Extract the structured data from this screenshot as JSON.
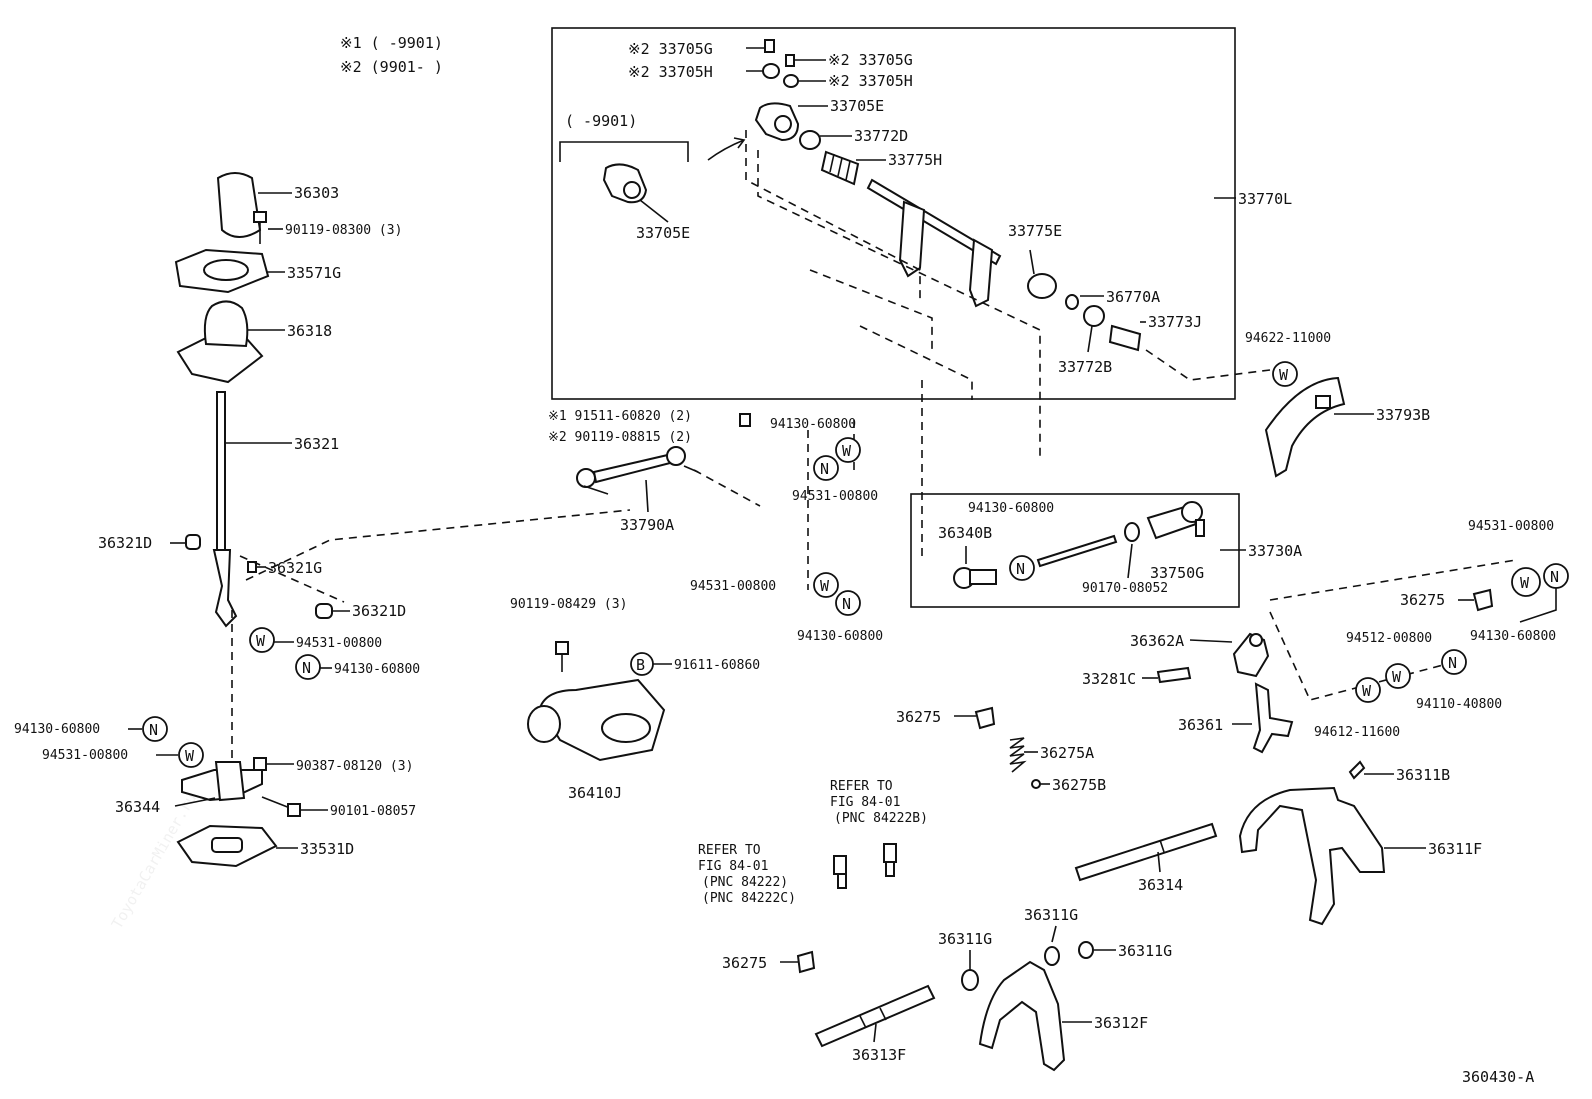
{
  "notes": {
    "n1": "※1 (      -9901)",
    "n2": "※2 (9901-       )",
    "inset_range": "(      -9901)"
  },
  "watermark": "ToyotaCarMiner.ru",
  "labels": {
    "l36303": "36303",
    "l90119_08300": "90119-08300 (3)",
    "l33571G": "33571G",
    "l36318": "36318",
    "l36321": "36321",
    "l36321D_a": "36321D",
    "l36321G": "36321G",
    "l36321D_b": "36321D",
    "l94531_a": "94531-00800",
    "l94130_a": "94130-60800",
    "l94130_b": "94130-60800",
    "l94531_b": "94531-00800",
    "l90387": "90387-08120 (3)",
    "l36344": "36344",
    "l90101": "90101-08057",
    "l33531D": "33531D",
    "l33705G_l": "※2 33705G",
    "l33705H_l": "※2 33705H",
    "l33705G_r": "※2 33705G",
    "l33705H_r": "※2 33705H",
    "l33705E": "33705E",
    "l33705E_inset": "33705E",
    "l33772D": "33772D",
    "l33775H": "33775H",
    "l33770L": "33770L",
    "l33775E": "33775E",
    "l36770A": "36770A",
    "l33773J": "33773J",
    "l33772B": "33772B",
    "l94622": "94622-11000",
    "l33793B": "33793B",
    "l91511": "※1 91511-60820 (2)",
    "l90119_08815": "※2 90119-08815 (2)",
    "l33790A": "33790A",
    "l94130_c": "94130-60800",
    "l94531_c": "94531-00800",
    "l94531_d": "94531-00800",
    "l94130_d": "94130-60800",
    "l94130_e": "94130-60800",
    "l36340B": "36340B",
    "l90170": "90170-08052",
    "l33750G": "33750G",
    "l33730A": "33730A",
    "l90119_08429": "90119-08429 (3)",
    "l91611": "91611-60860",
    "l36410J": "36410J",
    "l94531_e": "94531-00800",
    "l94130_f": "94130-60800",
    "l36275_a": "36275",
    "l36362A": "36362A",
    "l94512": "94512-00800",
    "l33281C": "33281C",
    "l94110": "94110-40800",
    "l36361": "36361",
    "l94612": "94612-11600",
    "l36275_b": "36275",
    "l36275A": "36275A",
    "l36275B": "36275B",
    "l36311B": "36311B",
    "l36311F": "36311F",
    "l36314": "36314",
    "l36311G_a": "36311G",
    "l36311G_b": "36311G",
    "l36311G_c": "36311G",
    "l36275_c": "36275",
    "l36312F": "36312F",
    "l36313F": "36313F",
    "diagram_code": "360430-A"
  },
  "refers": {
    "r1_a": "REFER TO",
    "r1_b": "FIG 84-01",
    "r1_c": "(PNC 84222B)",
    "r2_a": "REFER TO",
    "r2_b": "FIG 84-01",
    "r2_c": "(PNC 84222)",
    "r2_d": "(PNC 84222C)"
  },
  "symbols": {
    "W": "W",
    "N": "N",
    "B": "B"
  }
}
